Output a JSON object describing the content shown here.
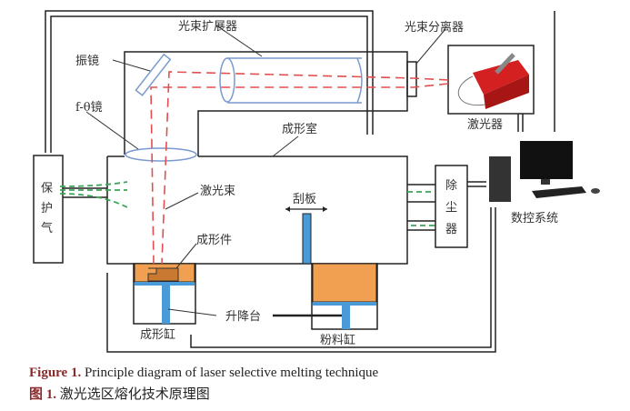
{
  "labels": {
    "beam_expander": "光束扩展器",
    "beam_splitter": "光束分离器",
    "galvo": "振镜",
    "f_theta": "f-θ镜",
    "chamber": "成形室",
    "laser": "激光器",
    "shield_gas_1": "保",
    "shield_gas_2": "护",
    "shield_gas_3": "气",
    "laser_beam": "激光束",
    "scraper": "刮板",
    "dust_1": "除",
    "dust_2": "尘",
    "dust_3": "器",
    "cnc": "数控系统",
    "part": "成形件",
    "lift": "升降台",
    "build_cyl": "成形缸",
    "powder_cyl": "粉料缸"
  },
  "caption": {
    "en_prefix": "Figure 1.",
    "en_text": "Principle diagram of laser selective melting technique",
    "zh_prefix": "图 1.",
    "zh_text": "激光选区熔化技术原理图"
  },
  "colors": {
    "laser": "#e05050",
    "gas": "#3aa655",
    "powder": "#f0a050",
    "piston": "#4a9ad8",
    "optics": "#7a9ad0",
    "laser_body": "#d42020",
    "caption_accent": "#8b2a2a"
  }
}
